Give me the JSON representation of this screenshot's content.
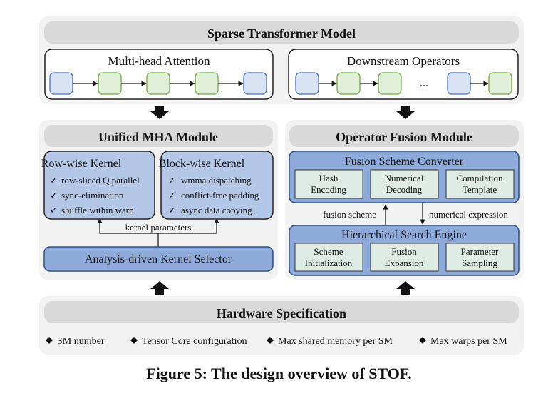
{
  "colors": {
    "panel_bg": "#f2f2f2",
    "header_bg": "#d9d9d9",
    "blue_fill": "#8eaadb",
    "blue_light": "#dae3f3",
    "green_fill": "#e2f0d9",
    "green_stroke": "#70ad47",
    "dark_stroke": "#2f4f7f"
  },
  "top": {
    "title": "Sparse Transformer Model",
    "mha": "Multi-head Attention",
    "downstream": "Downstream Operators",
    "ellipsis": "..."
  },
  "unified": {
    "title": "Unified MHA Module",
    "row_kernel": {
      "title": "Row-wise Kernel",
      "items": [
        "row-sliced Q parallel",
        "sync-elimination",
        "shuffle within warp"
      ]
    },
    "block_kernel": {
      "title": "Block-wise Kernel",
      "items": [
        "wmma dispatching",
        "conflict-free padding",
        "async data copying"
      ]
    },
    "kernel_parameters": "kernel parameters",
    "selector": "Analysis-driven Kernel Selector"
  },
  "fusion": {
    "title": "Operator Fusion Module",
    "converter": {
      "title": "Fusion Scheme Converter",
      "boxes": [
        [
          "Hash",
          "Encoding"
        ],
        [
          "Numerical",
          "Decoding"
        ],
        [
          "Compilation",
          "Template"
        ]
      ]
    },
    "fusion_scheme": "fusion scheme",
    "numerical_expression": "numerical expression",
    "search": {
      "title": "Hierarchical Search Engine",
      "boxes": [
        [
          "Scheme",
          "Initialization"
        ],
        [
          "Fusion",
          "Expansion"
        ],
        [
          "Parameter",
          "Sampling"
        ]
      ]
    }
  },
  "hardware": {
    "title": "Hardware Specification",
    "items": [
      "SM number",
      "Tensor Core configuration",
      "Max shared memory per SM",
      "Max warps per SM"
    ]
  },
  "caption": "Figure 5: The design overview of STOF."
}
